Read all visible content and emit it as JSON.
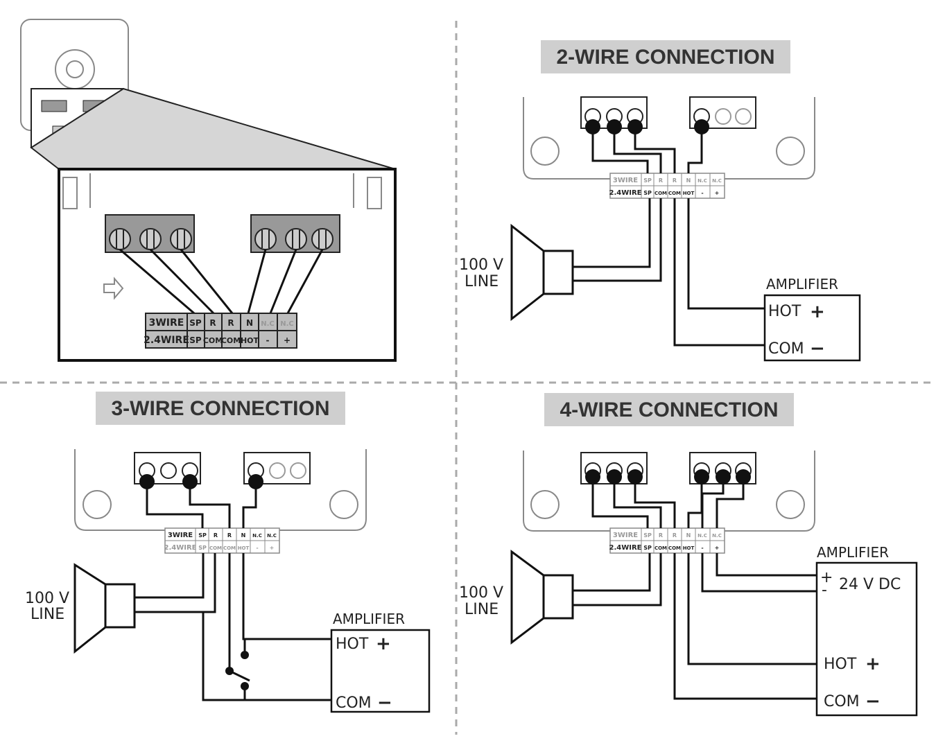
{
  "panels": {
    "two_wire": {
      "title": "2-WIRE CONNECTION",
      "line_label_1": "100 V",
      "line_label_2": "LINE",
      "amp_label": "AMPLIFIER",
      "hot": "HOT",
      "com": "COM",
      "plus": "+",
      "minus": "−"
    },
    "three_wire": {
      "title": "3-WIRE CONNECTION",
      "line_label_1": "100 V",
      "line_label_2": "LINE",
      "amp_label": "AMPLIFIER",
      "hot": "HOT",
      "com": "COM",
      "plus": "+",
      "minus": "−"
    },
    "four_wire": {
      "title": "4-WIRE CONNECTION",
      "line_label_1": "100 V",
      "line_label_2": "LINE",
      "amp_label": "AMPLIFIER",
      "dc_label": "24 V DC",
      "hot": "HOT",
      "com": "COM",
      "plus": "+",
      "minus": "−"
    }
  },
  "terminal_block": {
    "row1": [
      "3WIRE",
      "SP",
      "R",
      "R",
      "N",
      "N.C",
      "N.C"
    ],
    "row2": [
      "2.4WIRE",
      "SP",
      "COM",
      "COM",
      "HOT",
      "-",
      "+"
    ]
  }
}
